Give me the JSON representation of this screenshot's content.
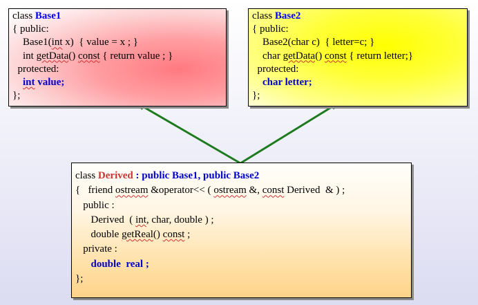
{
  "colors": {
    "arrow": "#1e7a1e",
    "keyword_blue": "#0000cc",
    "derived_red": "#cc3333"
  },
  "base1": {
    "kw": "class ",
    "name": "Base1",
    "l2": "{ public:",
    "l3a": "Base1(",
    "l3b": "int",
    "l3c": " x)  { value = x ; }",
    "l4a": "int ",
    "l4b": "getData",
    "l4c": "() ",
    "l4d": "const",
    "l4e": " { return value ; }",
    "l5": "protected:",
    "l6a": "int",
    "l6b": " value;",
    "l7": "};"
  },
  "base2": {
    "kw": "class ",
    "name": "Base2",
    "l2": "{ public:",
    "l3": "Base2(char c)  { letter=c; }",
    "l4a": "char ",
    "l4b": "getData",
    "l4c": "() ",
    "l4d": "const",
    "l4e": " { return letter;}",
    "l5": "protected:",
    "l6": "char letter;",
    "l7": "};"
  },
  "derived": {
    "kw": "class ",
    "name": "Derived",
    "bases": " : public Base1, public Base2",
    "l2a": "{   friend ",
    "l2b": "ostream",
    "l2c": " &operator<< ( ",
    "l2d": "ostream",
    "l2e": " &, ",
    "l2f": "const",
    "l2g": " Derived  & ) ;",
    "l3": "public :",
    "l4a": "Derived  ( ",
    "l4b": "int",
    "l4c": ", char, double ) ;",
    "l5a": "double ",
    "l5b": "getReal",
    "l5c": "() ",
    "l5d": "const",
    "l5e": " ;",
    "l6": "private :",
    "l7": "double  real ;",
    "l8": "};"
  }
}
